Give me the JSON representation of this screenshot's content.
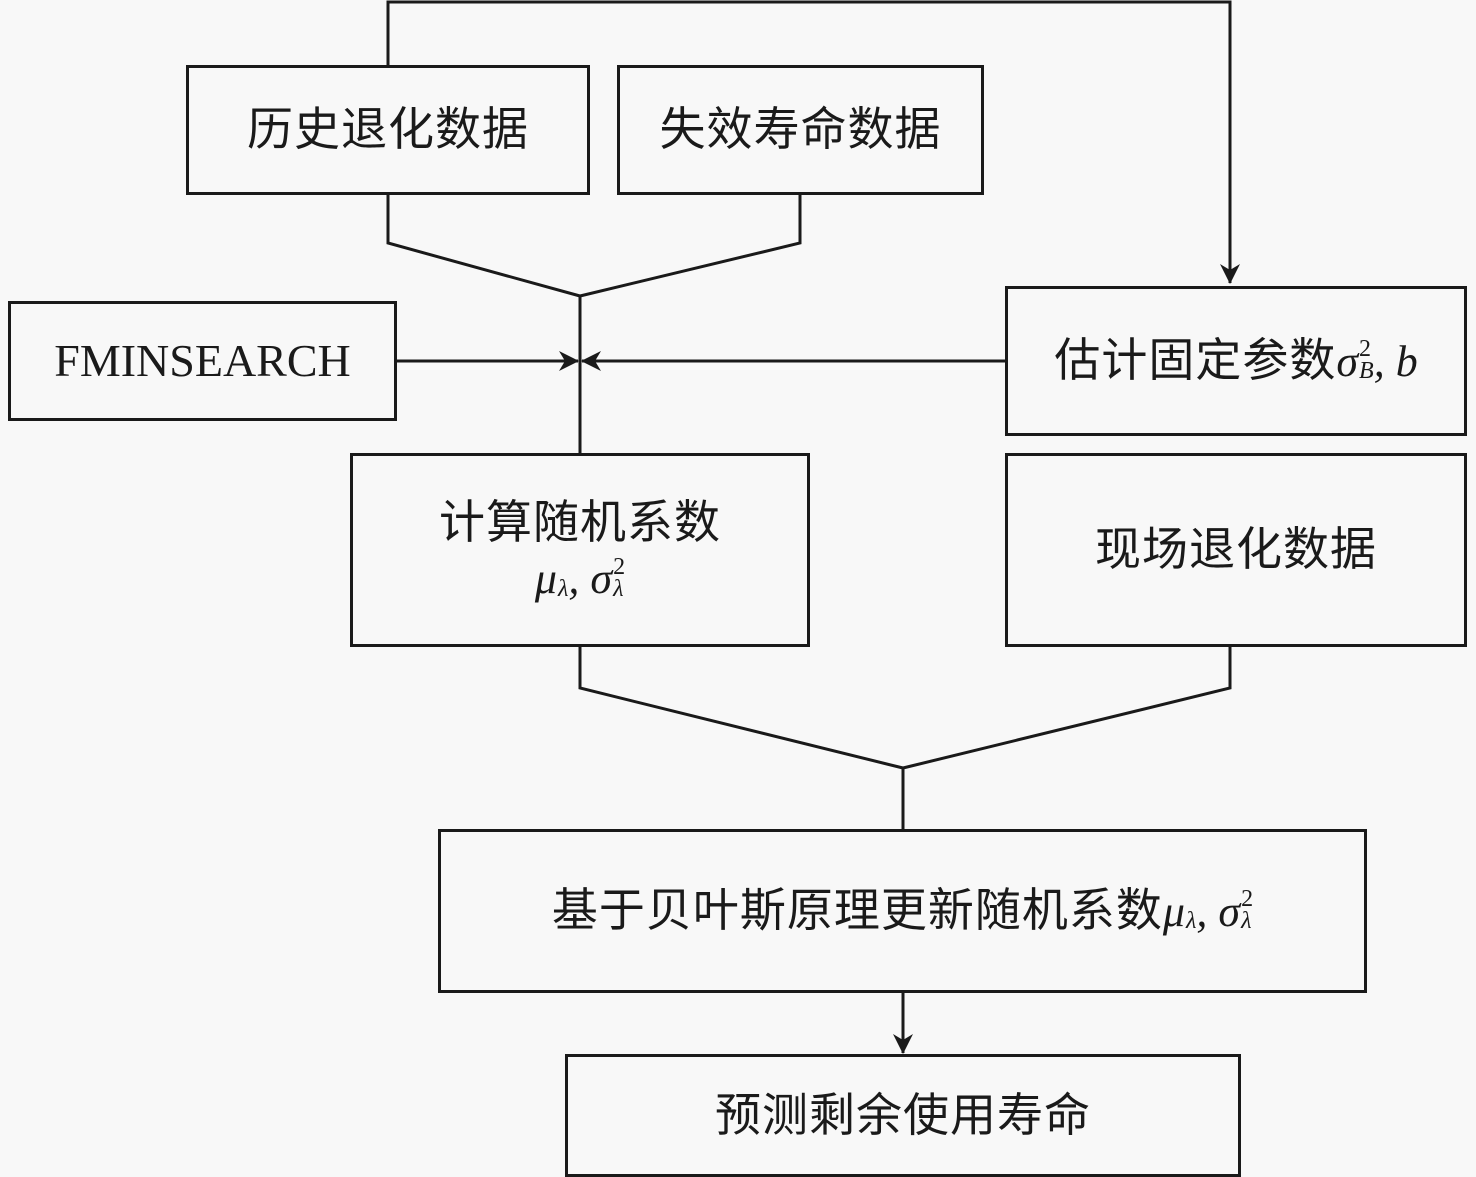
{
  "diagram": {
    "nodes": {
      "historical_data": {
        "label": "历史退化数据"
      },
      "failure_life_data": {
        "label": "失效寿命数据"
      },
      "fminsearch": {
        "label": "FMINSEARCH"
      },
      "estimate_fixed": {
        "label": "估计固定参数",
        "sym_main": "σ",
        "sym_sup": "2",
        "sym_sub": "B",
        "sym_tail": ", b"
      },
      "compute_random": {
        "label": "计算随机系数",
        "mu": "μ",
        "mu_sub": "λ",
        "sep": ", ",
        "sigma": "σ",
        "sigma_sup": "2",
        "sigma_sub": "λ"
      },
      "field_data": {
        "label": "现场退化数据"
      },
      "bayes_update": {
        "label": "基于贝叶斯原理更新随机系数",
        "mu": "μ",
        "mu_sub": "λ",
        "sep": ", ",
        "sigma": "σ",
        "sigma_sup": "2",
        "sigma_sub": "λ"
      },
      "predict_rul": {
        "label": "预测剩余使用寿命"
      }
    },
    "edges": [
      {
        "from": "historical_data",
        "to": "estimate_fixed",
        "type": "arrow"
      },
      {
        "from": "historical_data",
        "to": "compute_random",
        "type": "merge"
      },
      {
        "from": "failure_life_data",
        "to": "compute_random",
        "type": "merge"
      },
      {
        "from": "fminsearch",
        "to": "compute_random",
        "type": "arrow"
      },
      {
        "from": "estimate_fixed",
        "to": "compute_random",
        "type": "arrow"
      },
      {
        "from": "compute_random",
        "to": "bayes_update",
        "type": "merge"
      },
      {
        "from": "field_data",
        "to": "bayes_update",
        "type": "merge"
      },
      {
        "from": "bayes_update",
        "to": "predict_rul",
        "type": "arrow"
      }
    ]
  }
}
